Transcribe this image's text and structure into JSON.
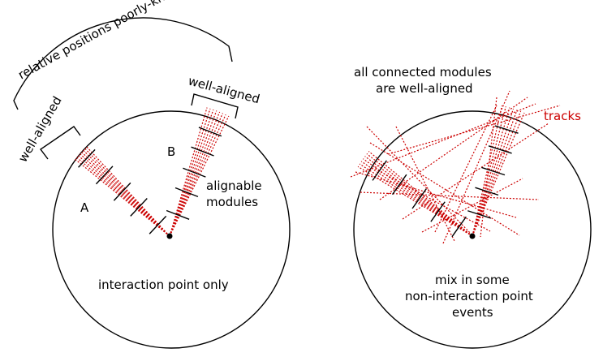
{
  "colors": {
    "ink": "#000000",
    "track": "#cc0000"
  },
  "left_panel": {
    "bracket_label": "relative positions poorly-known",
    "group_a_bracket_label": "well-aligned",
    "group_b_bracket_label": "well-aligned",
    "group_a_name": "A",
    "group_b_name": "B",
    "modules_label_line1": "alignable",
    "modules_label_line2": "modules",
    "caption": "interaction point only"
  },
  "right_panel": {
    "caption_top_line1": "all connected modules",
    "caption_top_line2": "are well-aligned",
    "tracks_label": "tracks",
    "caption_bottom_line1": "mix in some",
    "caption_bottom_line2": "non-interaction point",
    "caption_bottom_line3": "events"
  }
}
